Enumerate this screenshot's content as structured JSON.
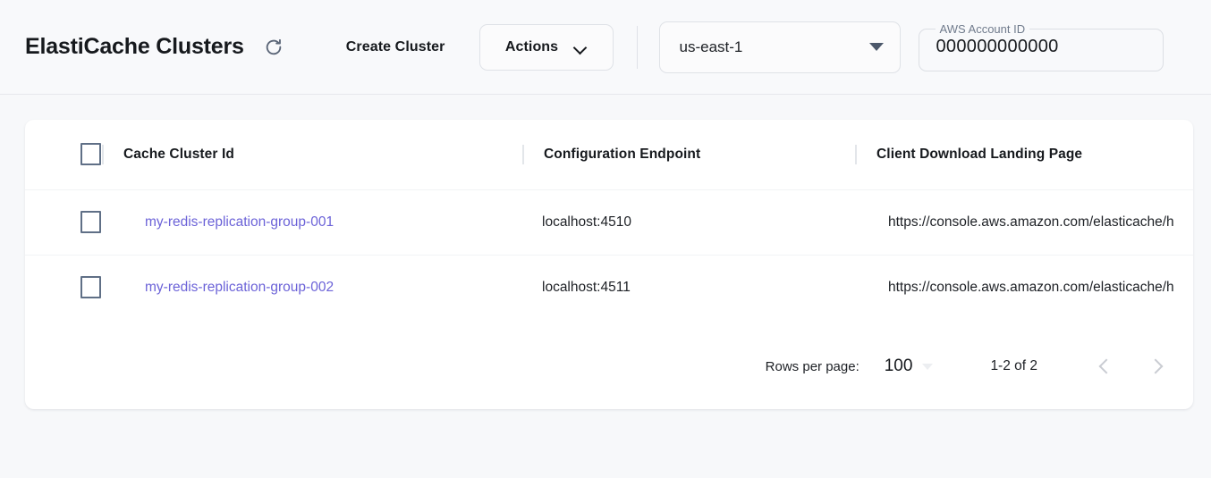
{
  "header": {
    "title": "ElastiCache Clusters",
    "refresh_icon": "refresh-icon",
    "create_cluster_label": "Create Cluster",
    "actions_label": "Actions",
    "actions_icon": "chevron-down-icon",
    "region": {
      "value": "us-east-1",
      "icon": "triangle-down-icon"
    },
    "account": {
      "label": "AWS Account ID",
      "value": "000000000000"
    }
  },
  "table": {
    "select_all_icon": "checkbox-unchecked-icon",
    "columns": [
      "Cache Cluster Id",
      "Configuration Endpoint",
      "Client Download Landing Page"
    ],
    "rows": [
      {
        "cluster_id": "my-redis-replication-group-001",
        "endpoint": "localhost:4510",
        "landing_page": "https://console.aws.amazon.com/elasticache/h"
      },
      {
        "cluster_id": "my-redis-replication-group-002",
        "endpoint": "localhost:4511",
        "landing_page": "https://console.aws.amazon.com/elasticache/h"
      }
    ]
  },
  "pagination": {
    "rows_per_page_label": "Rows per page:",
    "rows_per_page_value": "100",
    "rows_per_page_icon": "triangle-down-icon",
    "range_label": "1-2 of 2",
    "prev_icon": "chevron-left-icon",
    "next_icon": "chevron-right-icon"
  },
  "colors": {
    "link": "#6c63d8",
    "page_bg": "#f7f8fa",
    "card_bg": "#ffffff"
  }
}
